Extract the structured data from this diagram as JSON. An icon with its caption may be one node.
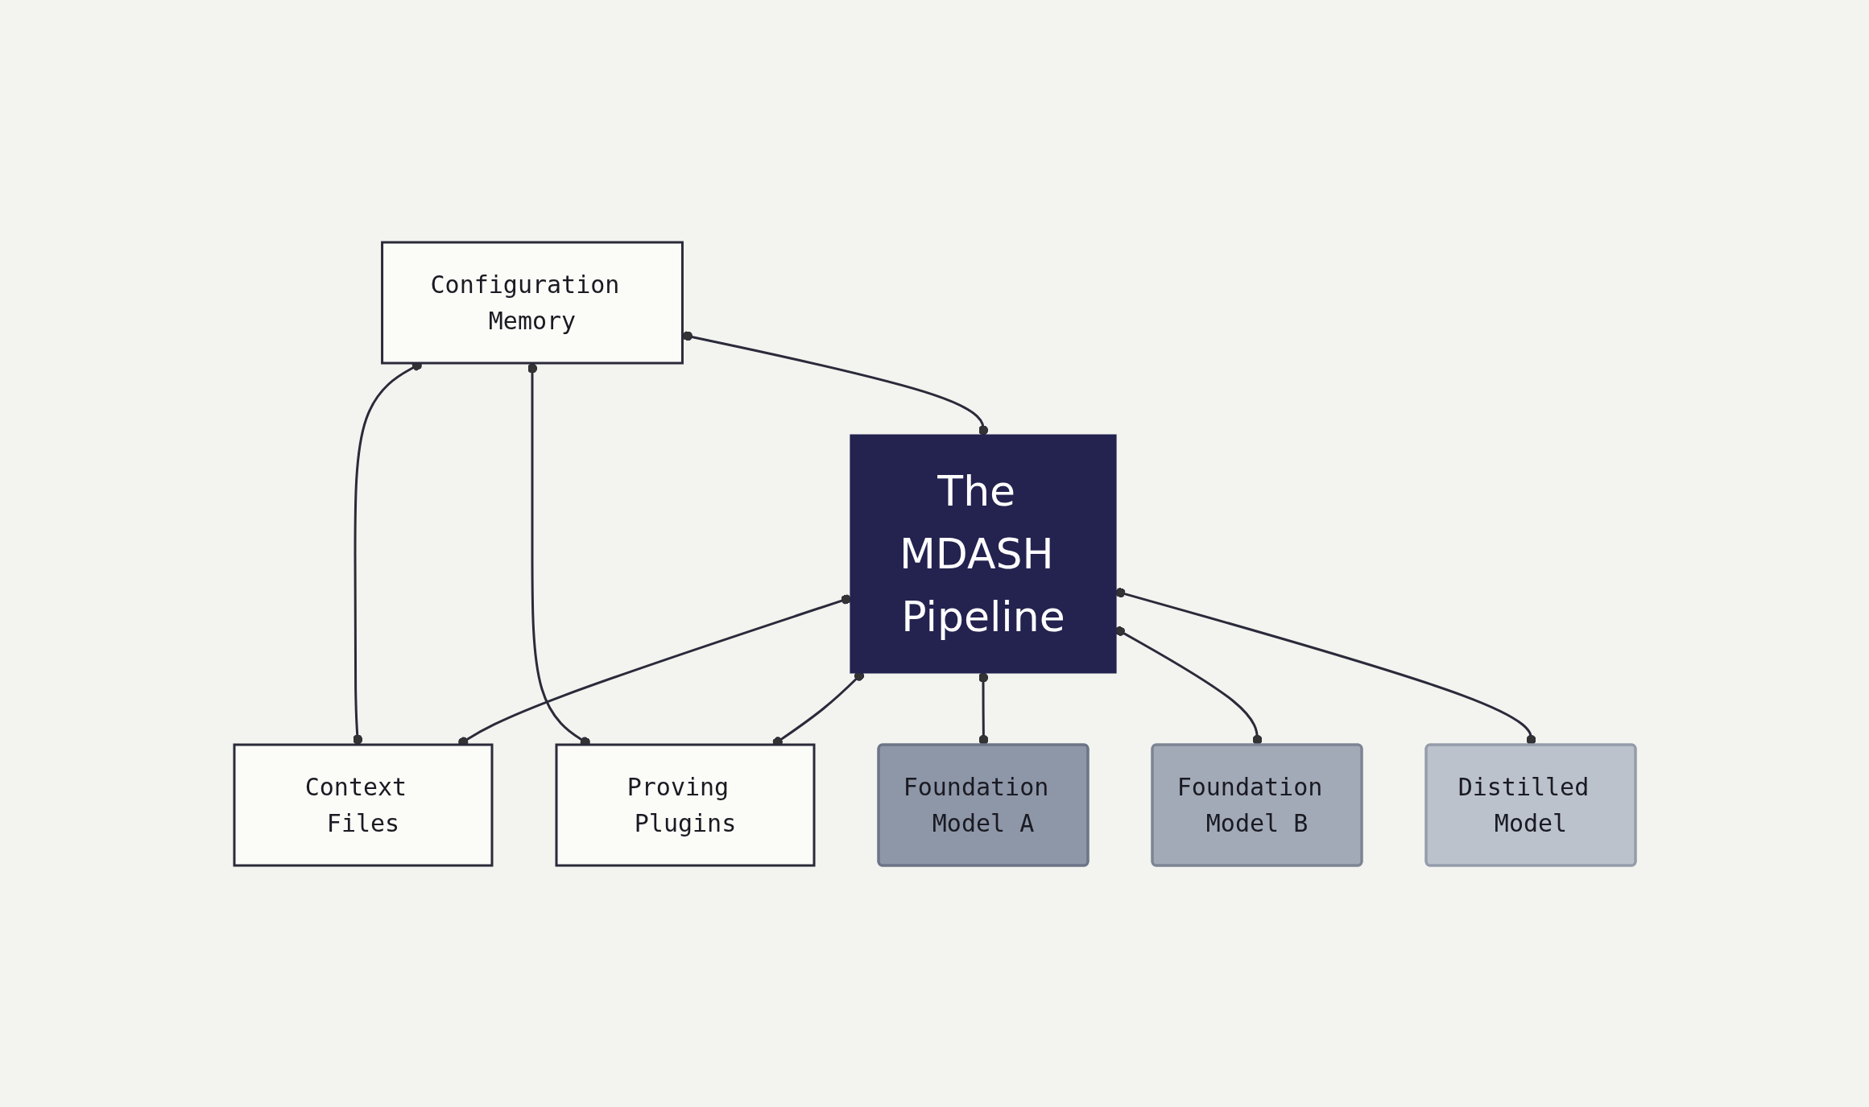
{
  "diagram": {
    "nodes": [
      {
        "text": [
          "Configuration Memory"
        ]
      },
      {
        "text": [
          "Context Files"
        ]
      },
      {
        "text": [
          "The MDASH Pipeline"
        ]
      },
      {
        "text": [
          "Proving Plugins"
        ]
      },
      {
        "text": [
          "Foundation Model A"
        ]
      },
      {
        "text": [
          "Foundation Model B"
        ]
      },
      {
        "text": [
          "Distilled Model"
        ]
      }
    ],
    "edges": [
      {
        "from": 0,
        "to": 1,
        "arrow": "other"
      },
      {
        "from": 0,
        "to": 3,
        "arrow": "other"
      },
      {
        "from": 0,
        "to": 2,
        "arrow": "other"
      },
      {
        "from": 2,
        "to": 1,
        "arrow": "other"
      },
      {
        "from": 2,
        "to": 3,
        "arrow": "other"
      },
      {
        "from": 2,
        "to": 4,
        "arrow": "other"
      },
      {
        "from": 2,
        "to": 5,
        "arrow": "other"
      },
      {
        "from": 2,
        "to": 6,
        "arrow": "other"
      }
    ]
  }
}
